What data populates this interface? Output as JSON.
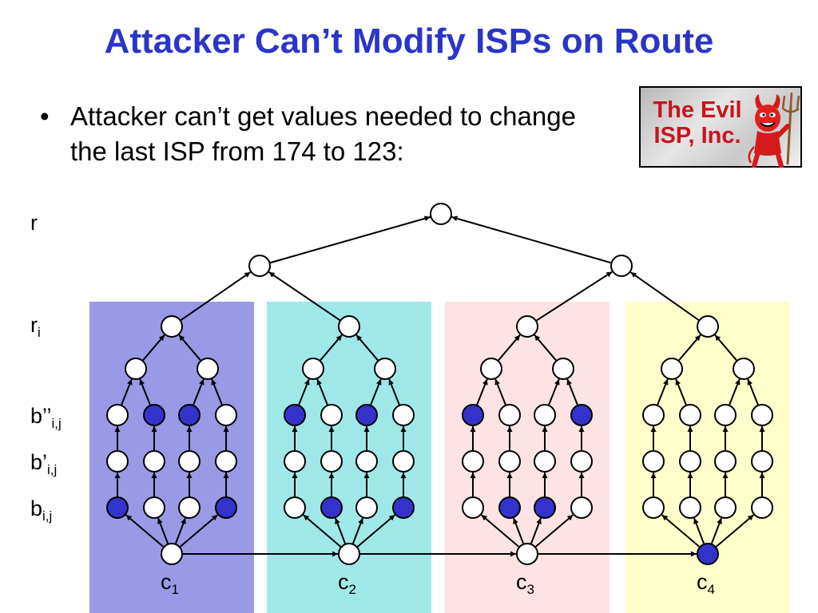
{
  "slide": {
    "title": "Attacker Can’t Modify ISPs on Route",
    "bullet": "Attacker can’t get values needed to change the last ISP from 174 to 123:",
    "bullet_marker": "•"
  },
  "logo": {
    "line1": "The Evil",
    "line2": "ISP, Inc.",
    "icon": "devil-icon"
  },
  "row_labels": [
    {
      "main": "r",
      "sub": ""
    },
    {
      "main": "r",
      "sub": "i"
    },
    {
      "main": "b’’",
      "sub": "i,j"
    },
    {
      "main": "b’",
      "sub": "i,j"
    },
    {
      "main": "b",
      "sub": "i,j"
    }
  ],
  "isps": [
    {
      "c_main": "c",
      "c_sub": "1",
      "bg": "#9999e6",
      "c_filled": false,
      "b2_filled": [
        false,
        true,
        true,
        false
      ],
      "b1_filled": [
        false,
        false,
        false,
        false
      ],
      "b0_filled": [
        true,
        false,
        false,
        true
      ]
    },
    {
      "c_main": "c",
      "c_sub": "2",
      "bg": "#a0e8e8",
      "c_filled": false,
      "b2_filled": [
        true,
        false,
        true,
        false
      ],
      "b1_filled": [
        false,
        false,
        false,
        false
      ],
      "b0_filled": [
        false,
        true,
        false,
        true
      ]
    },
    {
      "c_main": "c",
      "c_sub": "3",
      "bg": "#fde3e3",
      "c_filled": false,
      "b2_filled": [
        true,
        false,
        false,
        true
      ],
      "b1_filled": [
        false,
        false,
        false,
        false
      ],
      "b0_filled": [
        false,
        true,
        true,
        false
      ]
    },
    {
      "c_main": "c",
      "c_sub": "4",
      "bg": "#ffffcc",
      "c_filled": true,
      "b2_filled": [
        false,
        false,
        false,
        false
      ],
      "b1_filled": [
        false,
        false,
        false,
        false
      ],
      "b0_filled": [
        false,
        false,
        false,
        false
      ]
    }
  ],
  "colors": {
    "title": "#2b35c8",
    "node_filled": "#3333cc",
    "node_empty": "#ffffff",
    "stroke": "#000000",
    "logo_text": "#c8141e"
  }
}
